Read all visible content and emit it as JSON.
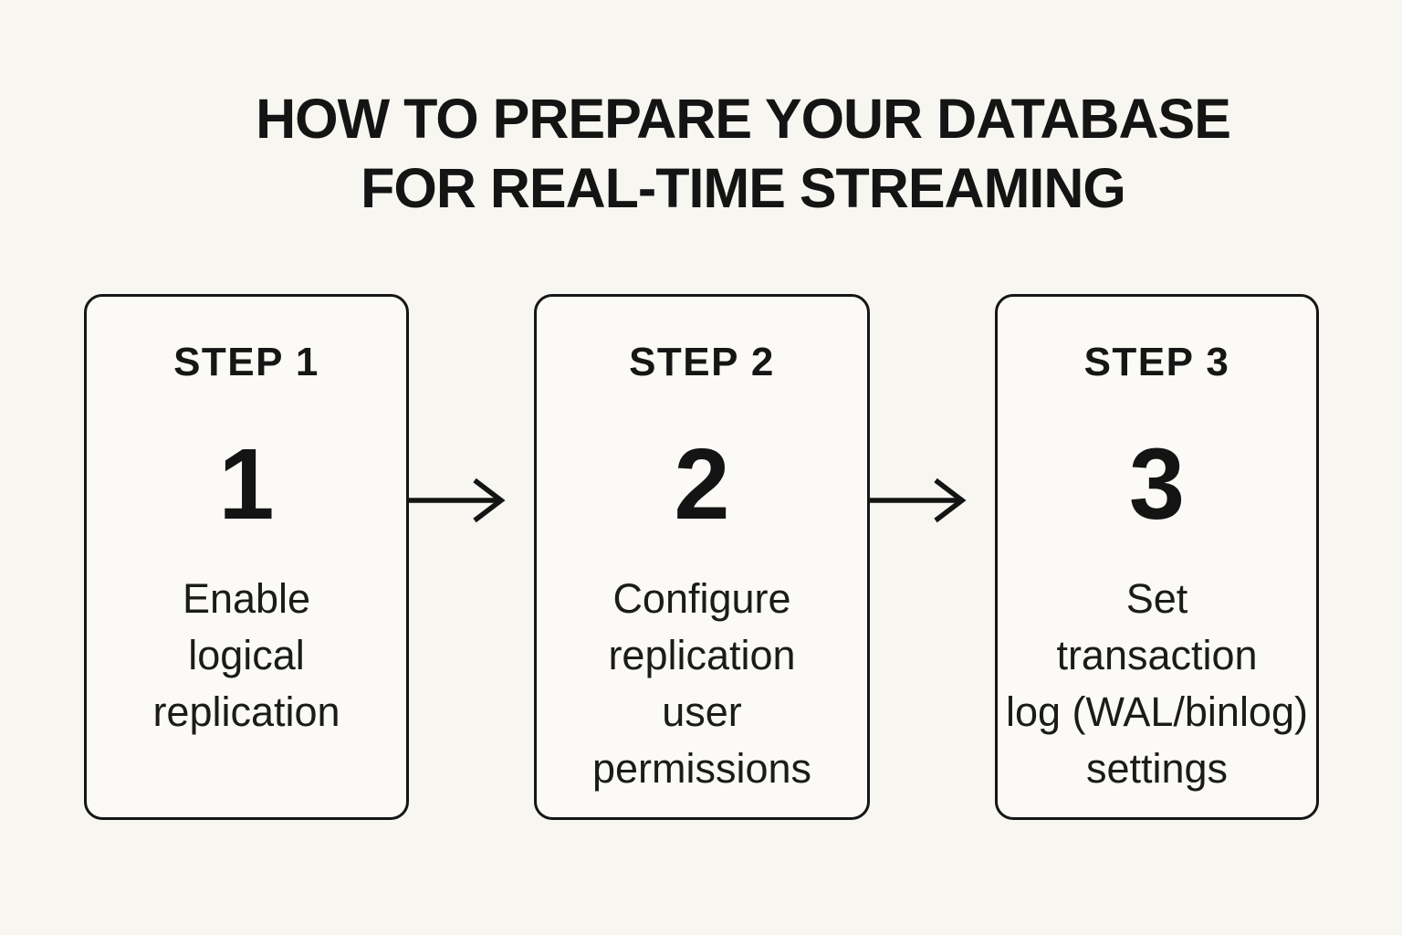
{
  "page": {
    "kind": "infographic",
    "title": "HOW TO PREPARE YOUR DATABASE\nFOR REAL-TIME STREAMING"
  },
  "steps": [
    {
      "label": "STEP 1",
      "number": "1",
      "description": "Enable\nlogical\nreplication"
    },
    {
      "label": "STEP 2",
      "number": "2",
      "description": "Configure\nreplication\nuser\npermissions"
    },
    {
      "label": "STEP 3",
      "number": "3",
      "description": "Set\ntransaction\nlog (WAL/binlog)\nsettings"
    }
  ],
  "connectors": [
    {
      "icon": "arrow-right-icon",
      "direction": "right"
    },
    {
      "icon": "arrow-right-icon",
      "direction": "right"
    }
  ],
  "colors": {
    "page_bg": "#f8f6f1",
    "card_bg": "#fbfaf6",
    "card_border": "#161616",
    "text": "#1a1a1a",
    "arrow": "#141414"
  }
}
